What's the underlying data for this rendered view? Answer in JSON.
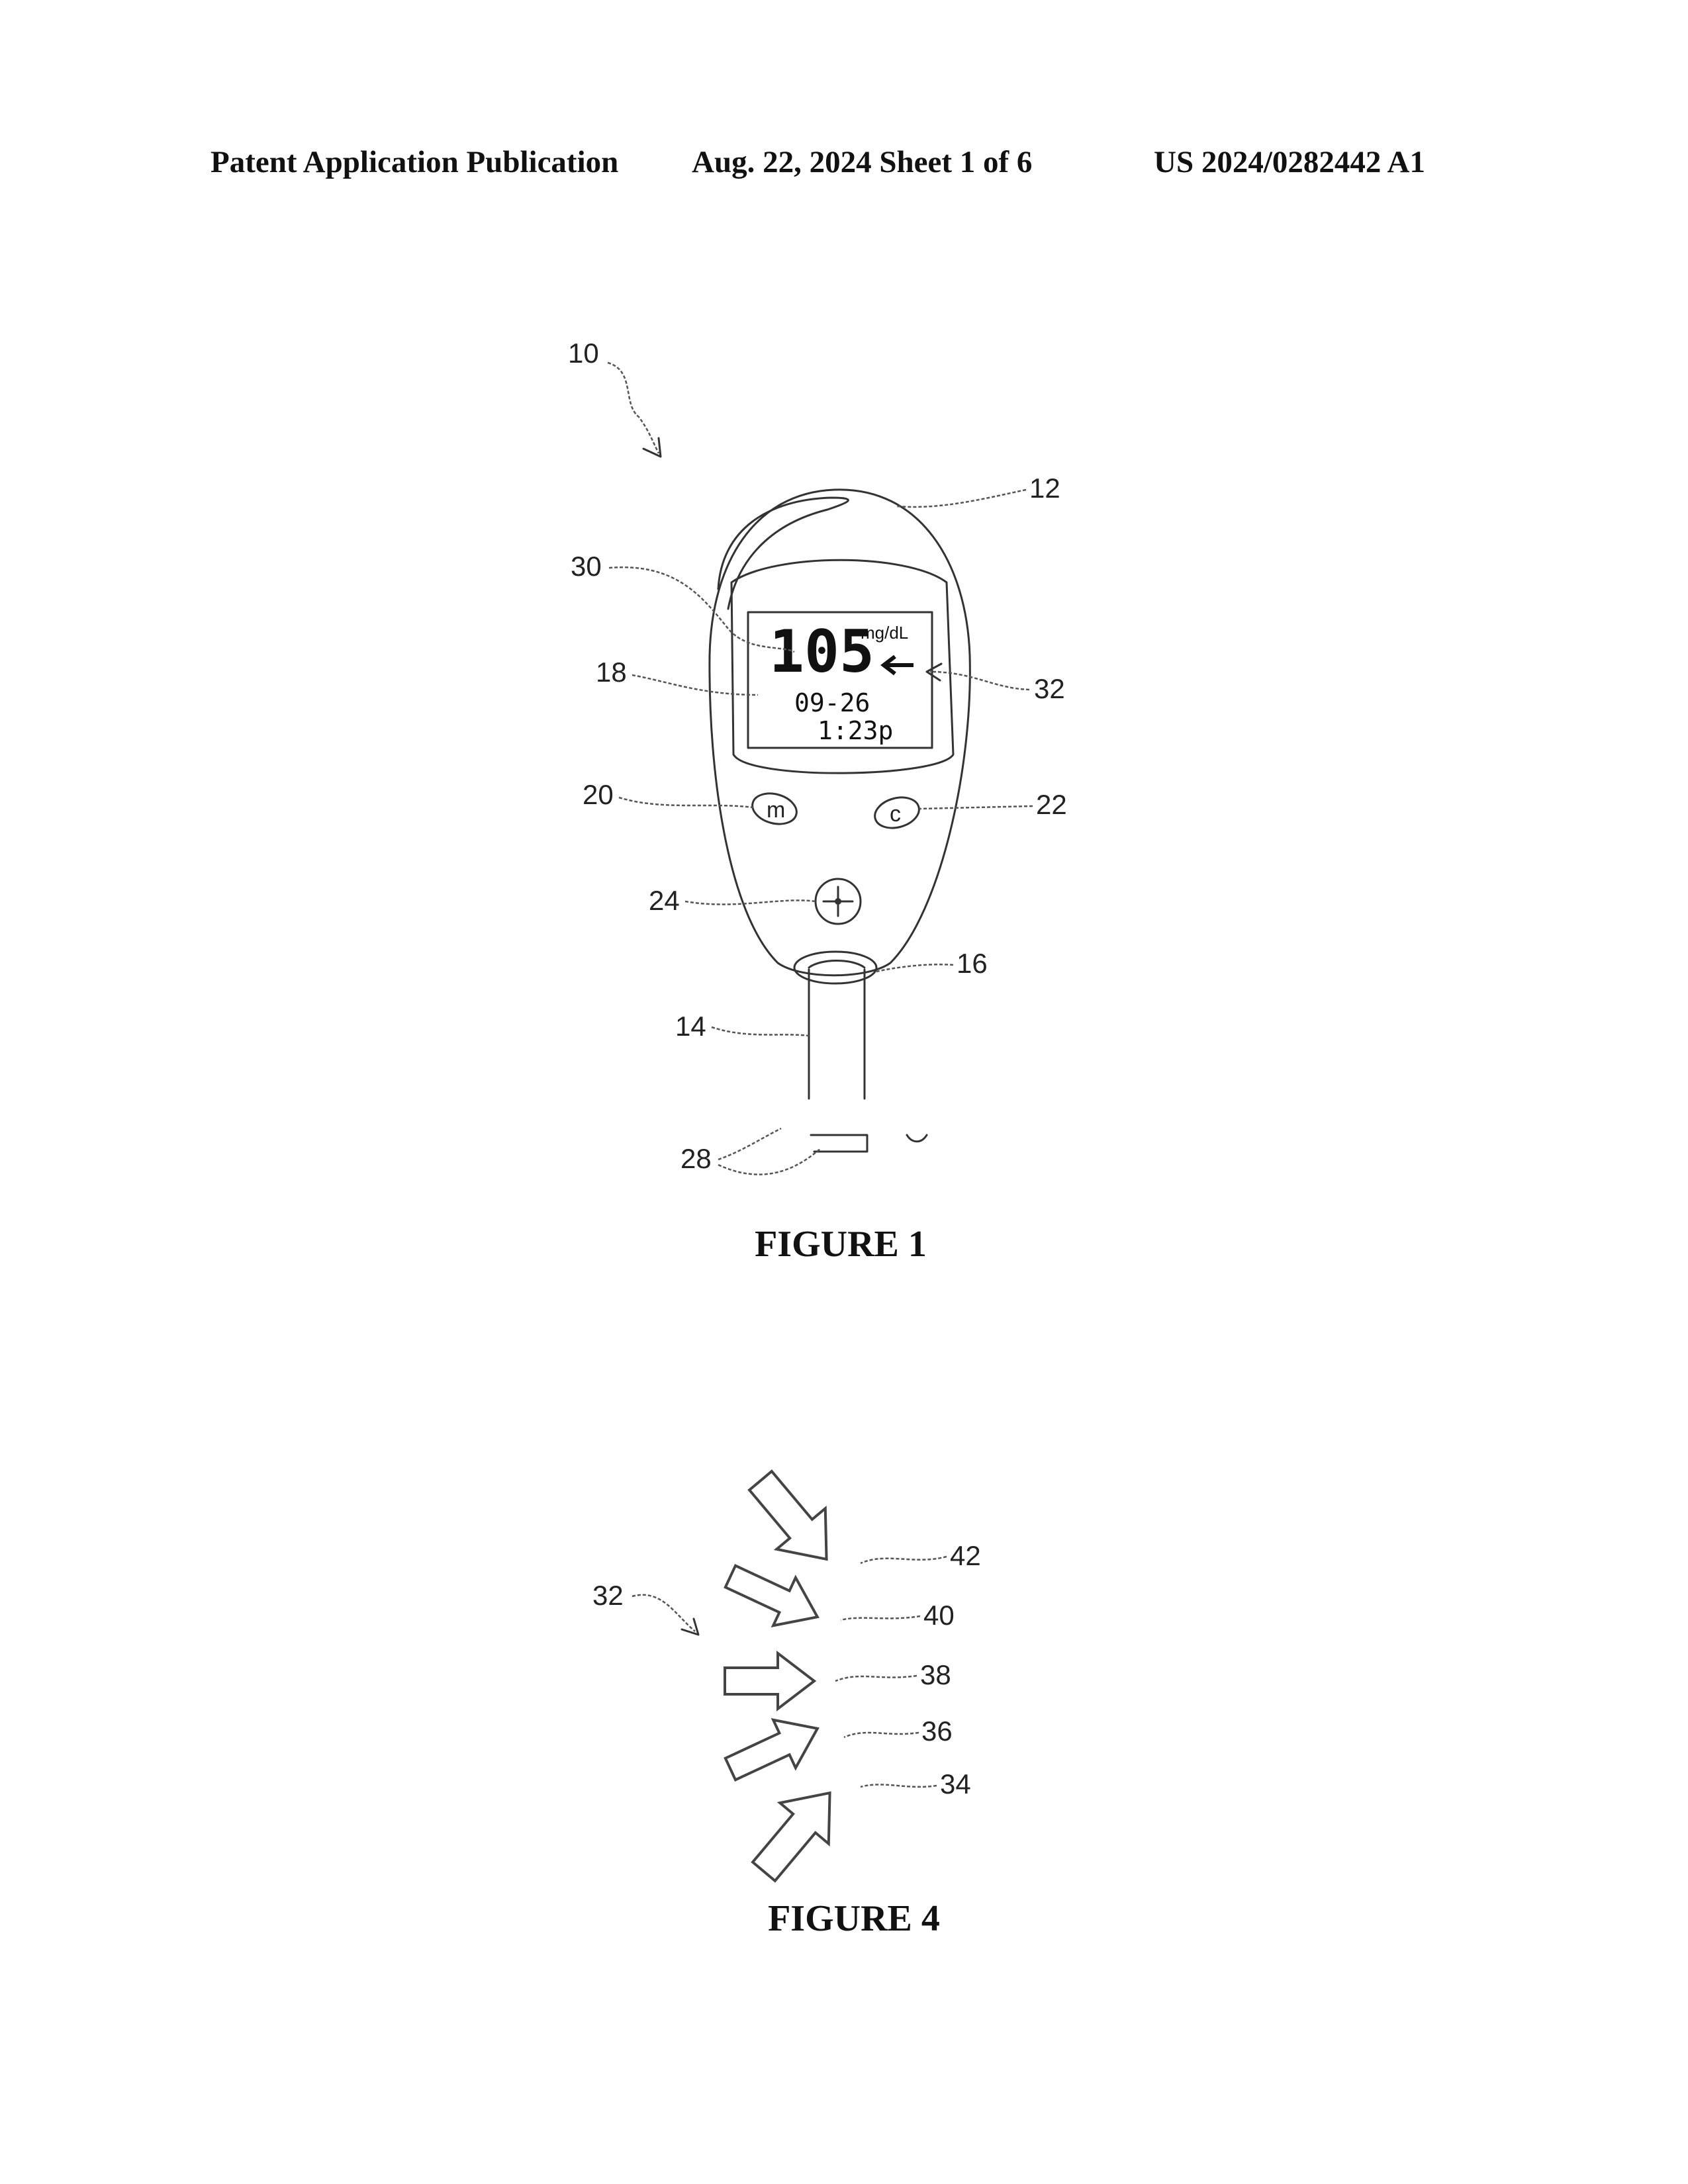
{
  "header": {
    "publication": "Patent Application Publication",
    "date_sheet": "Aug. 22, 2024  Sheet 1 of 6",
    "number": "US 2024/0282442 A1"
  },
  "figure1": {
    "caption": "FIGURE 1",
    "display": {
      "reading": "105",
      "unit": "mg/dL",
      "date": "09-26",
      "time": "1:23p"
    },
    "buttons": {
      "left": "m",
      "right": "c"
    },
    "refs": {
      "r10": "10",
      "r12": "12",
      "r30": "30",
      "r18": "18",
      "r32": "32",
      "r20": "20",
      "r22": "22",
      "r24": "24",
      "r16": "16",
      "r14": "14",
      "r28": "28"
    }
  },
  "figure4": {
    "caption": "FIGURE 4",
    "refs": {
      "r32": "32",
      "r42": "42",
      "r40": "40",
      "r38": "38",
      "r36": "36",
      "r34": "34"
    }
  }
}
